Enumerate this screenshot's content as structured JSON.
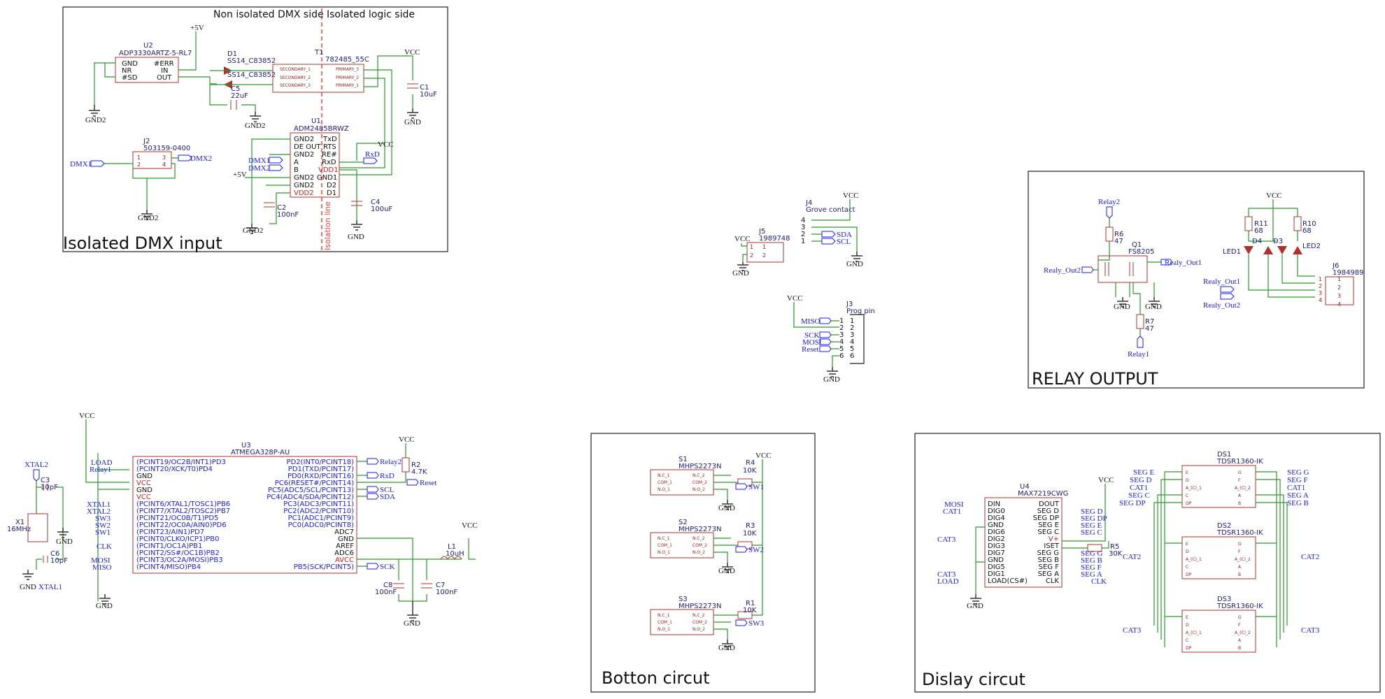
{
  "sections": {
    "isolated_dmx": {
      "title": "Isolated DMX input",
      "side_left": "Non isolated DMX side",
      "side_right": "Isolated logic side",
      "isolation_label": "Isolation line"
    },
    "relay": {
      "title": "RELAY OUTPUT"
    },
    "button": {
      "title": "Botton circut"
    },
    "display": {
      "title": "Dislay circut"
    }
  },
  "dmx_parts": {
    "u2_ref": "U2",
    "u2_val": "ADP3330ARTZ-5-RL7",
    "u2_pins": [
      "GND",
      "NR",
      "#SD",
      "#ERR",
      "IN",
      "OUT"
    ],
    "d1_ref": "D1",
    "d1_val": "SS14_C83852",
    "d2_val": "SS14_C83852",
    "c5_ref": "C5",
    "c5_val": "22uF",
    "t1_ref": "T1",
    "t1_val": "782485_55C",
    "t1_pins": [
      "SECONDARY_1",
      "SECONDARY_2",
      "SECONDARY_3",
      "PRIMARY_3",
      "PRIMARY_2",
      "PRIMARY_1"
    ],
    "c1_ref": "C1",
    "c1_val": "10uF",
    "u1_ref": "U1",
    "u1_val": "ADM2485BRWZ",
    "u1_left": [
      "GND2",
      "DE OUT",
      "GND2",
      "A",
      "B",
      "GND2",
      "GND2",
      "VDD2"
    ],
    "u1_right": [
      "TxD",
      "RTS",
      "RE#",
      "RxD",
      "VDD1",
      "GND1",
      "D2",
      "D1"
    ],
    "c2_ref": "C2",
    "c2_val": "100nF",
    "c4_ref": "C4",
    "c4_val": "100uF",
    "j2_ref": "J2",
    "j2_val": "503159-0400"
  },
  "power": {
    "p5v": "+5V",
    "vcc": "VCC",
    "gnd": "GND",
    "gnd2": "GND2"
  },
  "labels": {
    "dmx1": "DMX1",
    "dmx2": "DMX2",
    "rxd": "RxD",
    "sda": "SDA",
    "scl": "SCL",
    "miso": "MISO",
    "sck": "SCK",
    "mosi": "MOSI",
    "reset": "Reset",
    "relay1": "Relay1",
    "relay2": "Relay2",
    "load": "LOAD",
    "xtal1": "XTAL1",
    "xtal2": "XTAL2",
    "sw1": "SW1",
    "sw2": "SW2",
    "sw3": "SW3",
    "clk": "CLK",
    "relay_out1": "Realy_Out1",
    "relay_out2": "Realy_Out2",
    "cat1": "CAT1",
    "cat2": "CAT2",
    "cat3": "CAT3"
  },
  "connectors": {
    "j4_ref": "J4",
    "j4_val": "Grove contact",
    "j5_ref": "J5",
    "j5_val": "1989748",
    "j3_ref": "J3",
    "j3_val": "Prog pin",
    "j6_ref": "J6",
    "j6_val": "1984989"
  },
  "relay_parts": {
    "q1_ref": "Q1",
    "q1_val": "FS8205",
    "r6_ref": "R6",
    "r6_val": "47",
    "r7_ref": "R7",
    "r7_val": "47",
    "r11_ref": "R11",
    "r11_val": "68",
    "r10_ref": "R10",
    "r10_val": "68",
    "led1": "LED1",
    "led2": "LED2",
    "d4": "D4",
    "d3": "D3"
  },
  "mcu": {
    "u3_ref": "U3",
    "u3_val": "ATMEGA328P-AU",
    "left_pins": [
      "(PCINT19/OC2B/INT1)PD3",
      "(PCINT20/XCK/T0)PD4",
      "GND",
      "VCC",
      "GND",
      "VCC",
      "(PCINT6/XTAL1/TOSC1)PB6",
      "(PCINT7/XTAL2/TOSC2)PB7",
      "(PCINT21/OC0B/T1)PD5",
      "(PCINT22/OC0A/AIN0)PD6",
      "(PCINT23/AIN1)PD7",
      "(PCINT0/CLKO/ICP1)PB0",
      "(PCINT1/OC1A)PB1",
      "(PCINT2/SS#/OC1B)PB2",
      "(PCINT3/OC2A/MOSI)PB3",
      "(PCINT4/MISO)PB4"
    ],
    "right_pins": [
      "PD2(INT0/PCINT18)",
      "PD1(TXD/PCINT17)",
      "PD0(RXD/PCINT16)",
      "PC6(RESET#/PCINT14)",
      "PC5(ADC5/SCL/PCINT13)",
      "PC4(ADC4/SDA/PCINT12)",
      "PC3(ADC3/PCINT11)",
      "PC2(ADC2/PCINT10)",
      "PC1(ADC1/PCINT9)",
      "PC0(ADC0/PCINT8)",
      "ADC7",
      "GND",
      "AREF",
      "ADC6",
      "AVCC",
      "PB5(SCK/PCINT5)"
    ],
    "r2_ref": "R2",
    "r2_val": "4.7K",
    "l1_ref": "L1",
    "l1_val": "10uH",
    "c8_ref": "C8",
    "c8_val": "100nF",
    "c7_ref": "C7",
    "c7_val": "100nF",
    "c3_ref": "C3",
    "c3_val": "10pF",
    "c6_ref": "C6",
    "c6_val": "10pF",
    "x1_ref": "X1",
    "x1_val": "16MHz"
  },
  "buttons": {
    "s1_ref": "S1",
    "s2_ref": "S2",
    "s3_ref": "S3",
    "s_val": "MHPS2273N",
    "pins_left": [
      "N.C_1",
      "COM_1",
      "N.O_1"
    ],
    "pins_right": [
      "N.C_2",
      "COM_2",
      "N.O_2"
    ],
    "r4_ref": "R4",
    "r3_ref": "R3",
    "r1_ref": "R1",
    "r_val": "10K"
  },
  "display": {
    "u4_ref": "U4",
    "u4_val": "MAX7219CWG",
    "left_pins": [
      "DIN",
      "DIG0",
      "DIG4",
      "GND",
      "DIG6",
      "DIG2",
      "DIG3",
      "DIG7",
      "GND",
      "DIG5",
      "DIG1",
      "LOAD(CS#)"
    ],
    "right_pins": [
      "DOUT",
      "SEG D",
      "SEG DP",
      "SEG E",
      "SEG C",
      "V+",
      "ISET",
      "SEG G",
      "SEG B",
      "SEG F",
      "SEG A",
      "CLK"
    ],
    "r5_ref": "R5",
    "r5_val": "30K",
    "ds1_ref": "DS1",
    "ds2_ref": "DS2",
    "ds3_ref": "DS3",
    "ds_val": "TDSR1360-IK",
    "ds_left": [
      "E",
      "D",
      "A_(C)_1",
      "C",
      "DP"
    ],
    "ds_right": [
      "G",
      "F",
      "A_(C)_2",
      "A",
      "B"
    ],
    "seg_labels_left": [
      "SEG E",
      "SEG D",
      "CAT1",
      "SEG C",
      "SEG DP"
    ],
    "seg_labels_right": [
      "SEG G",
      "SEG F",
      "CAT1",
      "SEG A",
      "SEG B"
    ],
    "u4_right_labels": [
      "SEG D",
      "SEG DP",
      "SEG E",
      "SEG C",
      "SEG G",
      "SEG B",
      "SEG F",
      "SEG A",
      "CLK"
    ]
  }
}
